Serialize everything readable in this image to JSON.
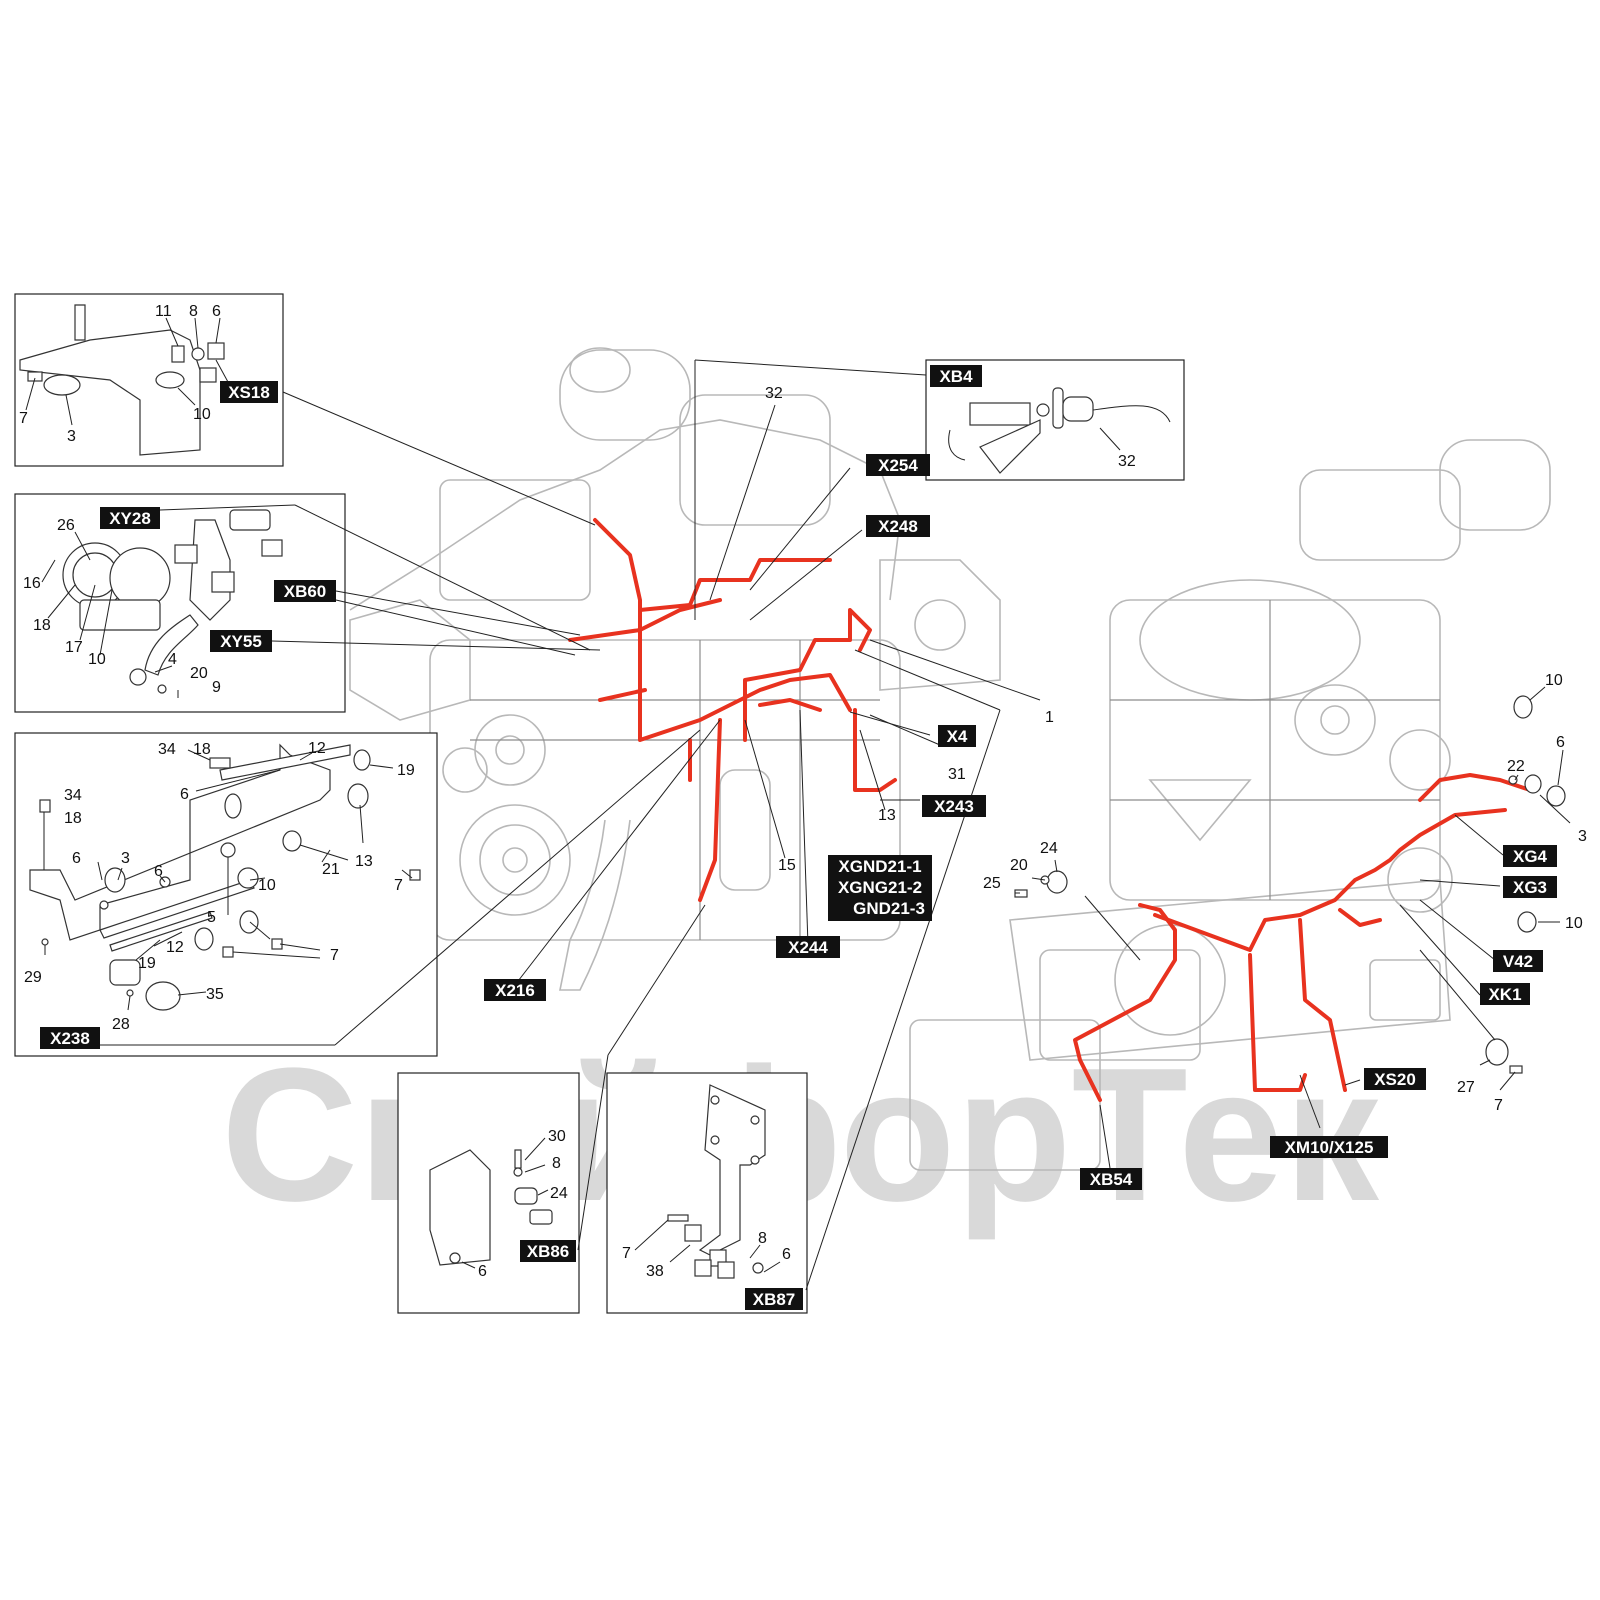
{
  "watermark": {
    "text": "СкайфорТек"
  },
  "colors": {
    "harness": "#e8321f",
    "tag_bg": "#111111",
    "tag_text": "#ffffff",
    "line": "#222222",
    "engine": "#b8b8b8",
    "watermark": "#d9d9d9"
  },
  "tags": {
    "xs18": "XS18",
    "xy28": "XY28",
    "xb60": "XB60",
    "xy55": "XY55",
    "x238": "X238",
    "xb4": "XB4",
    "x254": "X254",
    "x248": "X248",
    "x4": "X4",
    "x243": "X243",
    "xgnd1": "XGND21-1",
    "xgnd2": "XGNG21-2",
    "xgnd3": "GND21-3",
    "x244": "X244",
    "x216": "X216",
    "xb86": "XB86",
    "xb87": "XB87",
    "xg4": "XG4",
    "xg3": "XG3",
    "v42": "V42",
    "xk1": "XK1",
    "xs20": "XS20",
    "xm10": "XM10/X125",
    "xb54": "XB54"
  },
  "callouts": {
    "p1_7": "7",
    "p1_3": "3",
    "p1_11": "11",
    "p1_8": "8",
    "p1_6": "6",
    "p1_10": "10",
    "p2_26": "26",
    "p2_16": "16",
    "p2_18": "18",
    "p2_17": "17",
    "p2_10": "10",
    "p2_4": "4",
    "p2_20": "20",
    "p2_9": "9",
    "p3_34a": "34",
    "p3_18a": "18",
    "p3_12a": "12",
    "p3_19a": "19",
    "p3_6a": "6",
    "p3_34b": "34",
    "p3_18b": "18",
    "p3_6b": "6",
    "p3_3": "3",
    "p3_21": "21",
    "p3_13": "13",
    "p3_7a": "7",
    "p3_10": "10",
    "p3_6c": "6",
    "p3_5": "5",
    "p3_7b": "7",
    "p3_12b": "12",
    "p3_19b": "19",
    "p3_29": "29",
    "p3_35": "35",
    "p3_28": "28",
    "p4_32": "32",
    "m_32": "32",
    "m_1": "1",
    "m_31": "31",
    "m_13": "13",
    "m_15": "15",
    "p6_30": "30",
    "p6_8": "8",
    "p6_24": "24",
    "p6_6": "6",
    "p7_7": "7",
    "p7_38": "38",
    "p7_8": "8",
    "p7_6": "6",
    "r_10a": "10",
    "r_6": "6",
    "r_22": "22",
    "r_3": "3",
    "r_10b": "10",
    "r_24": "24",
    "r_20": "20",
    "r_25": "25",
    "r_27": "27",
    "r_7": "7"
  }
}
